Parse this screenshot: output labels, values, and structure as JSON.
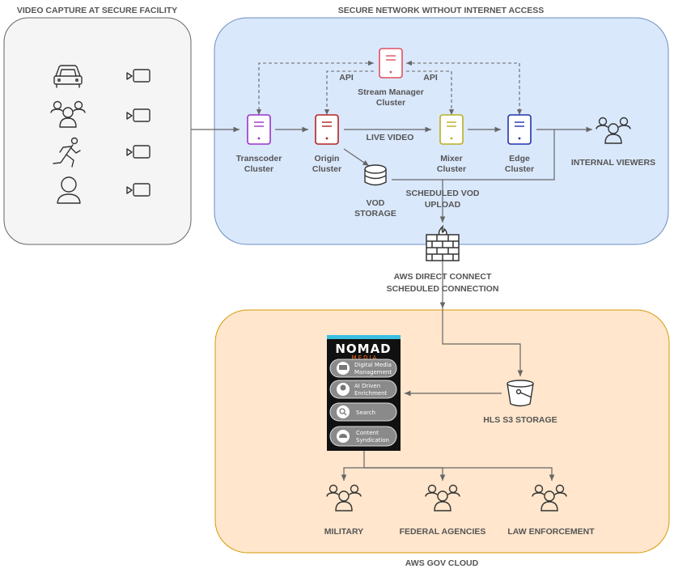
{
  "sections": {
    "capture": "VIDEO CAPTURE AT SECURE FACILITY",
    "network": "SECURE NETWORK WITHOUT INTERNET ACCESS",
    "cloud": "AWS GOV CLOUD"
  },
  "clusters": {
    "stream_manager": [
      "Stream Manager",
      "Cluster"
    ],
    "transcoder": [
      "Transcoder",
      "Cluster"
    ],
    "origin": [
      "Origin",
      "Cluster"
    ],
    "mixer": [
      "Mixer",
      "Cluster"
    ],
    "edge": [
      "Edge",
      "Cluster"
    ]
  },
  "labels": {
    "api_left": "API",
    "api_right": "API",
    "live_video": "LIVE VIDEO",
    "vod_storage": [
      "VOD",
      "STORAGE"
    ],
    "scheduled_vod": [
      "SCHEDULED VOD",
      "UPLOAD"
    ],
    "internal_viewers": "INTERNAL VIEWERS",
    "direct_connect": [
      "AWS DIRECT CONNECT",
      "SCHEDULED CONNECTION"
    ],
    "hls_storage": "HLS S3 STORAGE"
  },
  "nomad": {
    "title": "NOMAD",
    "subtitle": "MEDIA",
    "items": [
      [
        "Digital Media",
        "Management"
      ],
      [
        "AI Driven",
        "Enrichment"
      ],
      [
        "Search"
      ],
      [
        "Content",
        "Syndication"
      ]
    ]
  },
  "audiences": [
    "MILITARY",
    "FEDERAL AGENCIES",
    "LAW ENFORCEMENT"
  ],
  "colors": {
    "capture_bg": "#f5f5f5",
    "network_bg": "#dae8fc",
    "network_border": "#6c8ebf",
    "cloud_bg": "#ffe6cc",
    "cloud_border": "#d79b00",
    "stream_manager": "#e05060",
    "transcoder": "#9933cc",
    "origin": "#b22222",
    "mixer": "#b8b020",
    "edge": "#2233aa"
  },
  "icons": {
    "capture_sources": [
      "car-icon",
      "group-icon",
      "runner-icon",
      "person-icon"
    ],
    "cameras": [
      "camera-icon",
      "camera-icon",
      "camera-icon",
      "camera-icon"
    ]
  }
}
